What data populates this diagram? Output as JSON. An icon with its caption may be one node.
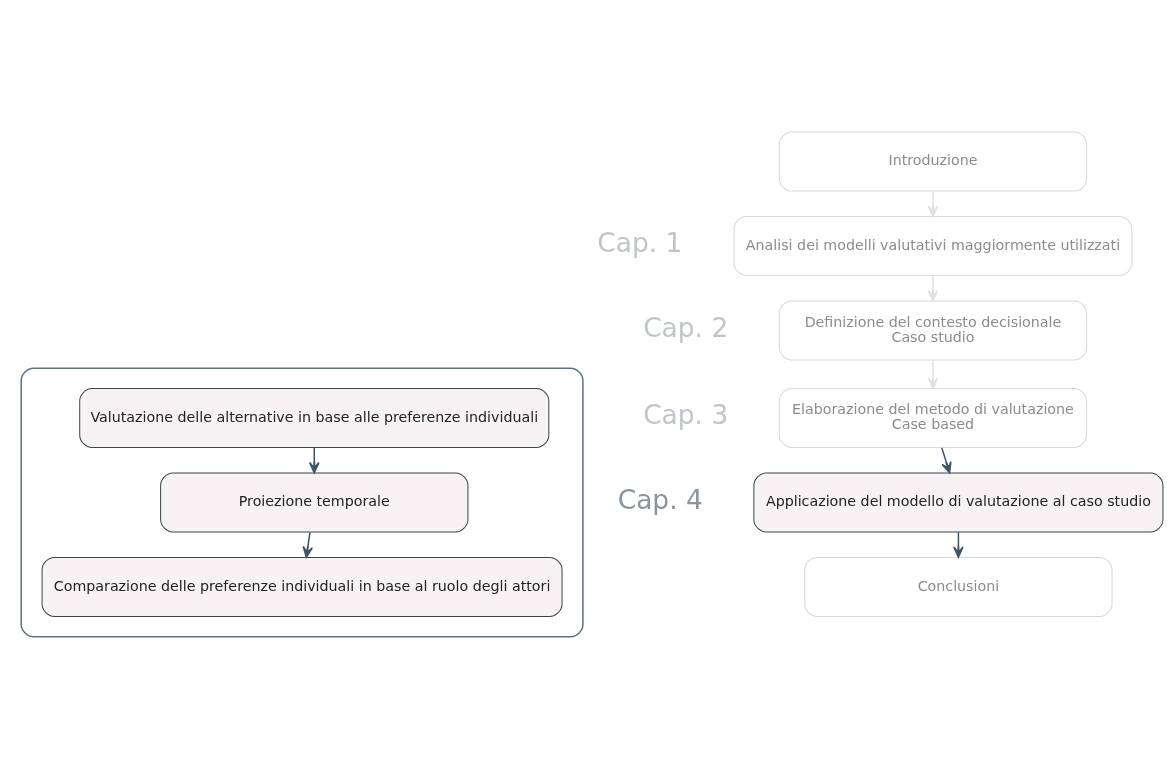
{
  "diagram": {
    "nodes": [
      {
        "text": [
          "Introduzione"
        ]
      },
      {
        "text": [
          "Analisi dei modelli valutativi maggiormente utilizzati"
        ],
        "beside": [
          "Cap. 1"
        ]
      },
      {
        "text": [
          "Definizione del contesto decisionale",
          "Caso studio"
        ],
        "beside": [
          "Cap. 2"
        ]
      },
      {
        "text": [
          "Elaborazione del metodo di valutazione",
          "Case based"
        ],
        "beside": [
          "Cap. 3"
        ]
      },
      {
        "text": [
          "Applicazione del modello di valutazione al caso studio"
        ],
        "beside": [
          "Cap. 4"
        ]
      },
      {
        "text": [
          "Conclusioni"
        ]
      },
      {
        "text": [],
        "shape": "box"
      },
      {
        "text": [
          "Valutazione delle alternative in base alle preferenze individuali"
        ],
        "in": 6
      },
      {
        "text": [
          "Proiezione temporale"
        ],
        "in": 6
      },
      {
        "text": [
          "Comparazione delle preferenze individuali in base al ruolo degli attori"
        ],
        "in": 6
      }
    ],
    "edges": [
      {
        "from": 0,
        "to": 1,
        "arrow": "to",
        "color": "#e0e0e0"
      },
      {
        "from": 1,
        "to": 2,
        "arrow": "to",
        "color": "#e0e0e0"
      },
      {
        "from": 2,
        "to": 3,
        "arrow": "to",
        "color": "#e0e0e0"
      },
      {
        "from": 3,
        "to": 4,
        "arrow": "to"
      },
      {
        "from": 4,
        "to": 5,
        "arrow": "to"
      },
      {
        "from": 7,
        "to": 8,
        "arrow": "to"
      },
      {
        "from": 8,
        "to": 9,
        "arrow": "to"
      }
    ]
  }
}
